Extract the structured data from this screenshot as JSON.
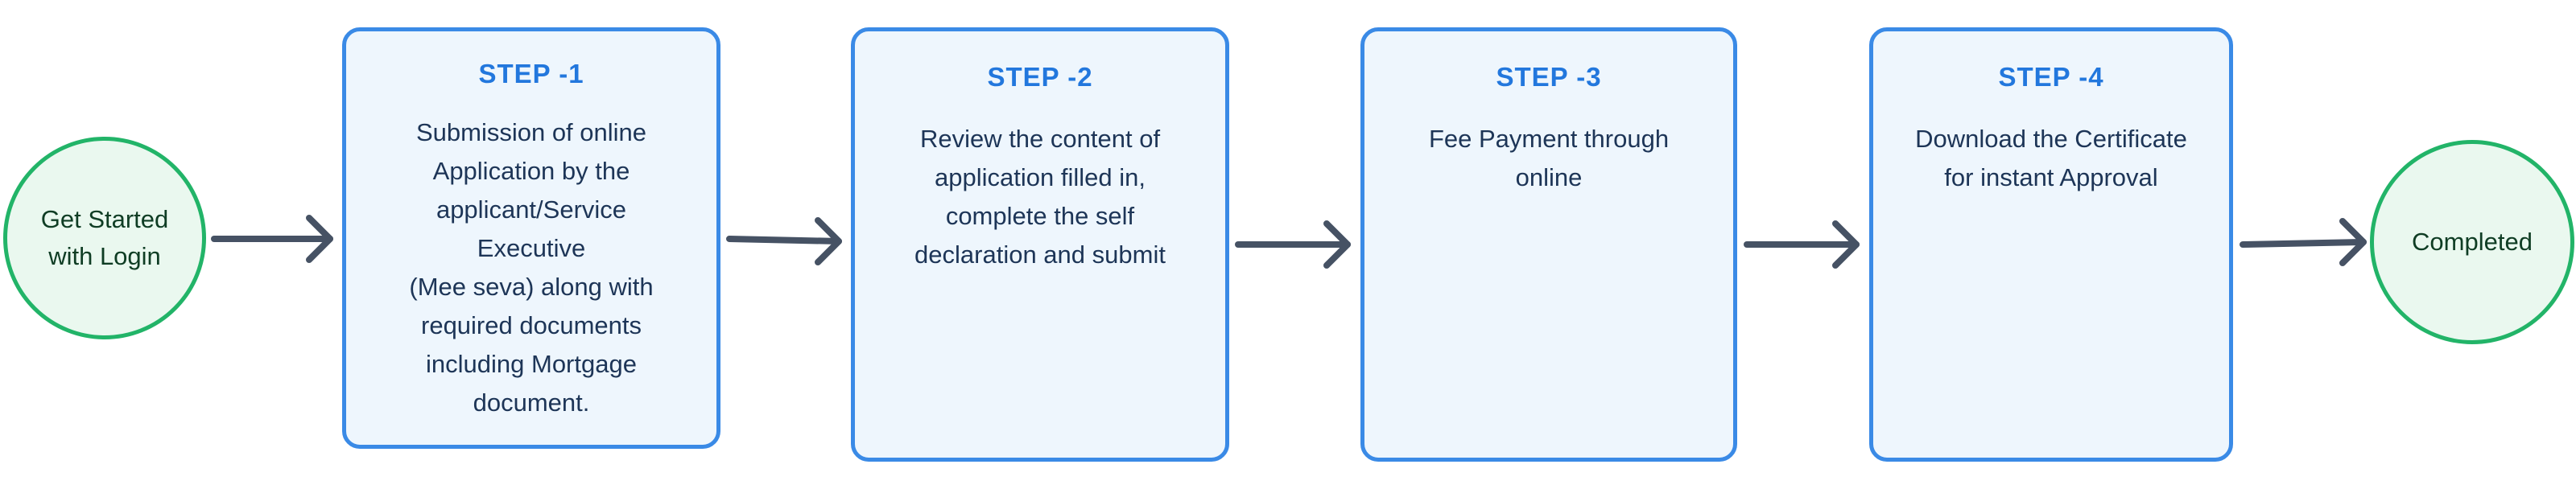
{
  "start": {
    "label": "Get Started\nwith Login"
  },
  "steps": [
    {
      "title": "STEP -1",
      "description": "Submission of online\nApplication by the\napplicant/Service\nExecutive\n(Mee seva) along with\nrequired documents\nincluding Mortgage\ndocument."
    },
    {
      "title": "STEP -2",
      "description": "Review the content of\napplication filled in,\ncomplete the self\ndeclaration and submit"
    },
    {
      "title": "STEP -3",
      "description": "Fee Payment through\nonline"
    },
    {
      "title": "STEP -4",
      "description": "Download the Certificate\nfor instant Approval"
    }
  ],
  "end": {
    "label": "Completed"
  },
  "colors": {
    "circle_border": "#22b468",
    "circle_fill": "#eaf8ef",
    "step_border": "#3a8ae6",
    "step_fill": "#eef6fd",
    "step_title": "#2277dd",
    "arrow": "#465264"
  }
}
